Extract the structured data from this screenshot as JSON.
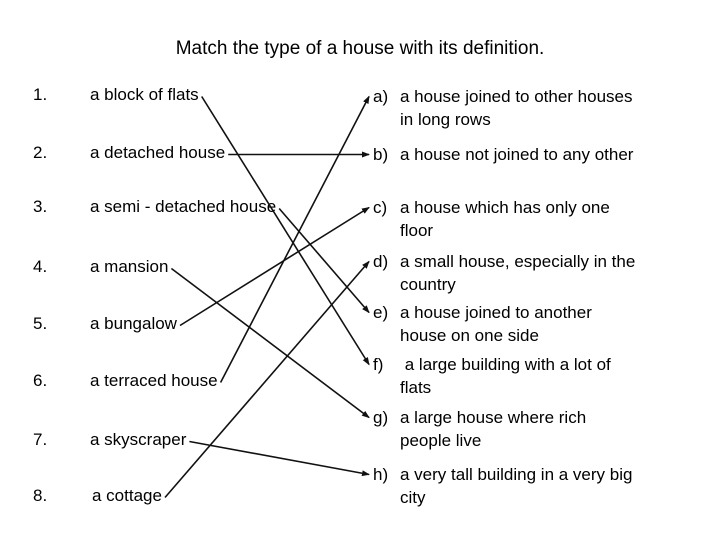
{
  "title": "Match the type of a house with its definition.",
  "left_items": [
    {
      "num": "1.",
      "label": "a block of flats"
    },
    {
      "num": "2.",
      "label": "a detached house"
    },
    {
      "num": "3.",
      "label": "a semi - detached house"
    },
    {
      "num": "4.",
      "label": "a mansion"
    },
    {
      "num": "5.",
      "label": "a bungalow"
    },
    {
      "num": "6.",
      "label": "a terraced house"
    },
    {
      "num": "7.",
      "label": "a skyscraper"
    },
    {
      "num": "8.",
      "label": "a cottage"
    }
  ],
  "right_items": [
    {
      "id": "a",
      "letter": "a)",
      "text": "a house joined to other houses\nin long rows"
    },
    {
      "id": "b",
      "letter": "b)",
      "text": "a house not joined to any other"
    },
    {
      "id": "c",
      "letter": "c)",
      "text": "a house which has only one\nfloor"
    },
    {
      "id": "d",
      "letter": "d)",
      "text": "a small house, especially in the\ncountry"
    },
    {
      "id": "e",
      "letter": "e)",
      "text": "a house joined to another\nhouse on one side"
    },
    {
      "id": "f",
      "letter": "f)",
      "text": " a large building with a lot of\nflats"
    },
    {
      "id": "g",
      "letter": "g)",
      "text": "a large house where rich\npeople live"
    },
    {
      "id": "h",
      "letter": "h)",
      "text": "a very tall building in a very big\ncity"
    }
  ],
  "connections": [
    {
      "from": 1,
      "to": "f"
    },
    {
      "from": 2,
      "to": "b"
    },
    {
      "from": 3,
      "to": "e"
    },
    {
      "from": 4,
      "to": "g"
    },
    {
      "from": 5,
      "to": "c"
    },
    {
      "from": 6,
      "to": "a"
    },
    {
      "from": 7,
      "to": "h"
    },
    {
      "from": 8,
      "to": "d"
    }
  ],
  "colors": {
    "background": "#ffffff",
    "text": "#000000",
    "line": "#111111"
  }
}
